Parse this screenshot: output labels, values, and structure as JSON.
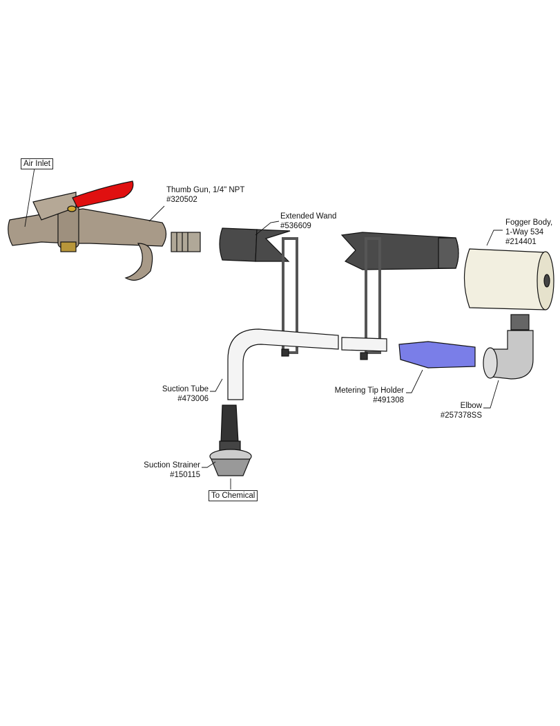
{
  "labels": {
    "air_inlet": "Air Inlet",
    "thumb_gun": {
      "name": "Thumb Gun, 1/4\" NPT",
      "part": "#320502"
    },
    "extended_wand": {
      "name": "Extended Wand",
      "part": "#536609"
    },
    "fogger_body": {
      "name": "Fogger Body,",
      "name2": "1-Way 534",
      "part": "#214401"
    },
    "suction_tube": {
      "name": "Suction Tube",
      "part": "#473006"
    },
    "metering_tip_holder": {
      "name": "Metering Tip Holder",
      "part": "#491308"
    },
    "elbow": {
      "name": "Elbow",
      "part": "#257378SS"
    },
    "suction_strainer": {
      "name": "Suction Strainer",
      "part": "#150115"
    },
    "to_chemical": "To Chemical"
  },
  "colors": {
    "gun": "#a89a88",
    "lever": "#e01010",
    "wand": "#4a4a4a",
    "fogger": "#f2efe0",
    "metering": "#7a7ee8",
    "elbow": "#c8c8c8"
  }
}
